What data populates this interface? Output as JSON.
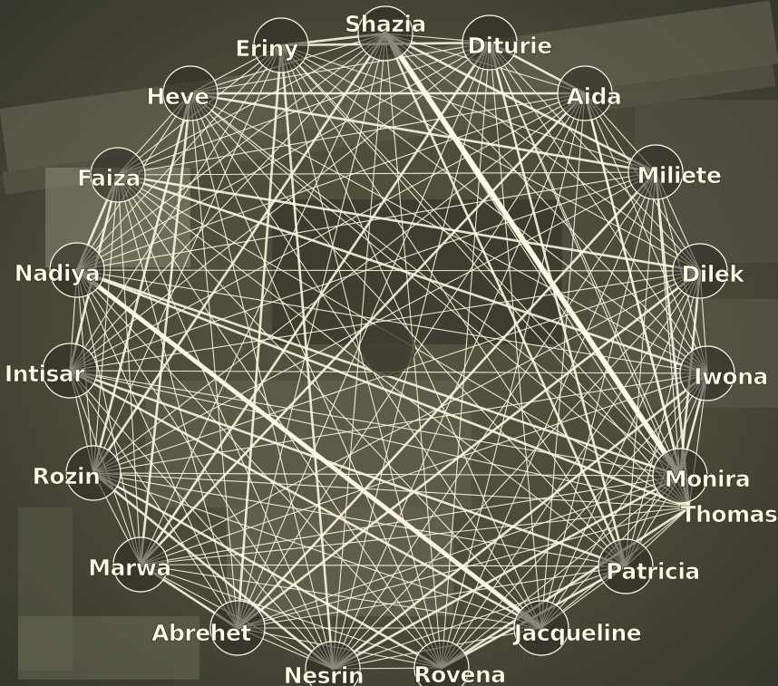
{
  "diagram": {
    "type": "network",
    "colors": {
      "edge": "#fffbe6",
      "node_fill": "#2e2c24",
      "node_stroke": "#fffbe6",
      "label": "#fffbe6",
      "background": "#4a4a3e"
    },
    "nodes": [
      {
        "id": "Shazia",
        "label": "Shazia"
      },
      {
        "id": "Diturie",
        "label": "Diturie"
      },
      {
        "id": "Aida",
        "label": "Aida"
      },
      {
        "id": "Miliete",
        "label": "Miliete"
      },
      {
        "id": "Dilek",
        "label": "Dilek"
      },
      {
        "id": "Iwona",
        "label": "Iwona"
      },
      {
        "id": "Monira",
        "label": "Monira"
      },
      {
        "id": "Thomas",
        "label": "Thomas"
      },
      {
        "id": "Patricia",
        "label": "Patricia"
      },
      {
        "id": "Jacqueline",
        "label": "Jacqueline"
      },
      {
        "id": "Rovena",
        "label": "Rovena"
      },
      {
        "id": "Nesrin",
        "label": "Nesrin"
      },
      {
        "id": "Abrehet",
        "label": "Abrehet"
      },
      {
        "id": "Marwa",
        "label": "Marwa"
      },
      {
        "id": "Rozin",
        "label": "Rozin"
      },
      {
        "id": "Intisar",
        "label": "Intisar"
      },
      {
        "id": "Nadiya",
        "label": "Nadiya"
      },
      {
        "id": "Faiza",
        "label": "Faiza"
      },
      {
        "id": "Heve",
        "label": "Heve"
      },
      {
        "id": "Eriny",
        "label": "Eriny"
      }
    ],
    "thick_edges": [
      [
        "Shazia",
        "Monira"
      ],
      [
        "Nadiya",
        "Jacqueline"
      ],
      [
        "Shazia",
        "Monira"
      ]
    ]
  }
}
